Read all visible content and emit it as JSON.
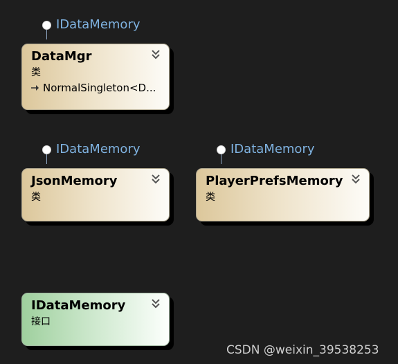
{
  "diagram": {
    "lollipops": [
      {
        "id": "datamgr",
        "label": "IDataMemory"
      },
      {
        "id": "json",
        "label": "IDataMemory"
      },
      {
        "id": "playerprefs",
        "label": "IDataMemory"
      }
    ],
    "boxes": [
      {
        "id": "datamgr",
        "title": "DataMgr",
        "kind": "类",
        "base": "NormalSingleton<D..."
      },
      {
        "id": "json",
        "title": "JsonMemory",
        "kind": "类"
      },
      {
        "id": "playerprefs",
        "title": "PlayerPrefsMemory",
        "kind": "类"
      },
      {
        "id": "idatamemory",
        "title": "IDataMemory",
        "kind": "接口"
      }
    ]
  },
  "watermark": "CSDN @weixin_39538253",
  "icons": {
    "collapse": "double-chevron-down-icon",
    "lollipop": "interface-lollipop-icon",
    "inherit": "inheritance-arrow-icon"
  },
  "colors": {
    "background": "#1e1e1e",
    "interface_label": "#7fb2e0",
    "class_gradient_start": "#dcc79b",
    "interface_gradient_start": "#9fd09e"
  }
}
